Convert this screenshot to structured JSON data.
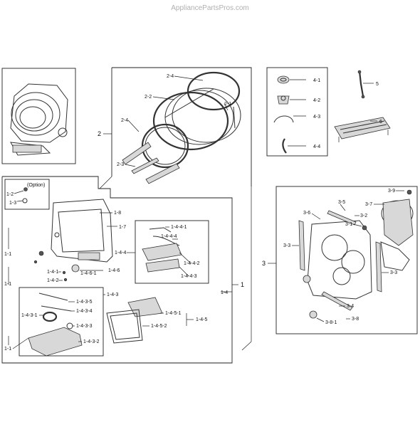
{
  "watermark": "AppliancePartsPros.com",
  "option_label": "(Option)",
  "labels": {
    "l_2_4": "2-4",
    "l_2_2": "2-2",
    "l_2_1": "2-1",
    "l_2_4b": "2-4",
    "l_2": "2",
    "l_2_3": "2-3",
    "l_4_1": "4-1",
    "l_4_2": "4-2",
    "l_4_3": "4-3",
    "l_4_4": "4-4",
    "l_5": "5",
    "l_6": "6",
    "l_1_2": "1-2",
    "l_1_3": "1-3",
    "l_1_8": "1-8",
    "l_1_7": "1-7",
    "l_1_4_4_1": "1-4-4-1",
    "l_1_4_4_4": "1-4-4-4",
    "l_1_4_4": "1-4-4",
    "l_1_4_4_2": "1-4-4-2",
    "l_1_4_4_3": "1-4-4-3",
    "l_1_1a": "1-1",
    "l_1_1b": "1-1",
    "l_1_1c": "1-1",
    "l_1_4_1": "1-4-1",
    "l_1_4_2": "1-4-2",
    "l_1_4_6_1": "1-4-6-1",
    "l_1_4_6": "1-4-6",
    "l_1_4_3": "1-4-3",
    "l_1_4_3_5": "1-4-3-5",
    "l_1_4_3_4": "1-4-3-4",
    "l_1_4_3_1": "1-4-3-1",
    "l_1_4_3_3": "1-4-3-3",
    "l_1_4_3_2": "1-4-3-2",
    "l_1_4_5_1": "1-4-5-1",
    "l_1_4_5": "1-4-5",
    "l_1_4_5_2": "1-4-5-2",
    "l_1_4": "1-4",
    "l_1": "1",
    "l_3": "3",
    "l_3_9": "3-9",
    "l_3_5": "3-5",
    "l_3_7": "3-7",
    "l_3_6": "3-6",
    "l_3_2": "3-2",
    "l_3_1": "3-1",
    "l_3_3a": "3-3",
    "l_3_3b": "3-3",
    "l_3_4": "3-4",
    "l_3_8": "3-8",
    "l_3_8_1": "3-8-1"
  }
}
